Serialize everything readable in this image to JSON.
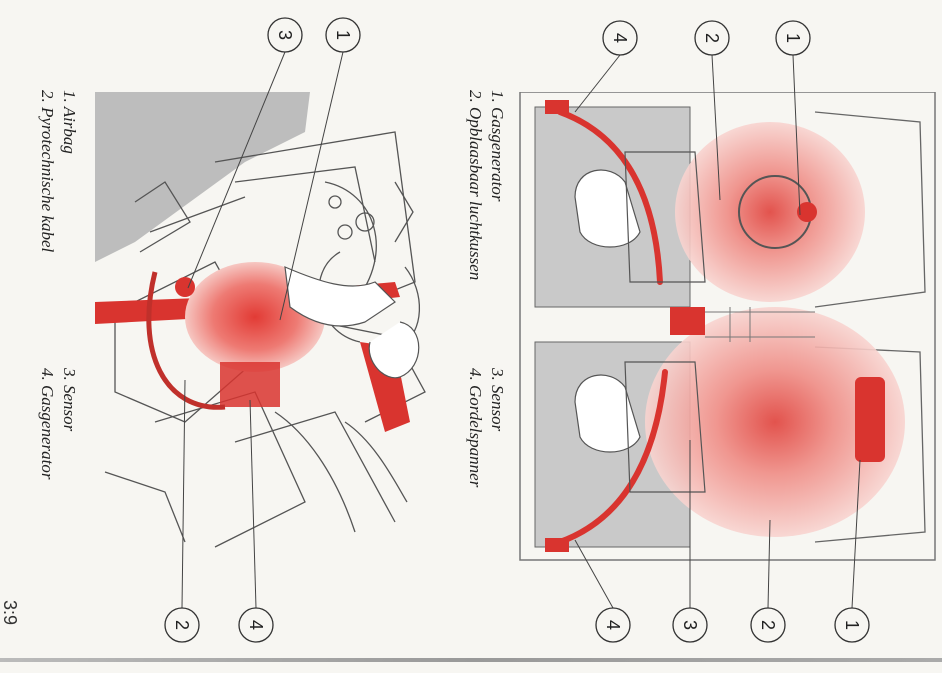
{
  "left_legend": {
    "col1": [
      "1. Airbag",
      "2. Pyrotechnische kabel"
    ],
    "col2": [
      "3. Sensor",
      "4. Gasgenerator"
    ]
  },
  "right_legend": {
    "col1": [
      "1. Gasgenerator",
      "2. Opblaasbaar luchtkussen"
    ],
    "col2": [
      "3. Sensor",
      "4. Gordelspanner"
    ]
  },
  "callouts": {
    "left_top_3": "3",
    "left_top_1": "1",
    "left_bottom_2": "2",
    "left_bottom_4": "4",
    "right_top_4": "4",
    "right_top_2": "2",
    "right_top_1": "1",
    "right_bottom_4": "4",
    "right_bottom_3": "3",
    "right_bottom_2": "2",
    "right_bottom_1": "1"
  },
  "page_number": "3:9",
  "colors": {
    "accent": "#d9342f",
    "glow": "#f2a7a4",
    "line": "#555555",
    "panel": "#bfbfbf"
  }
}
